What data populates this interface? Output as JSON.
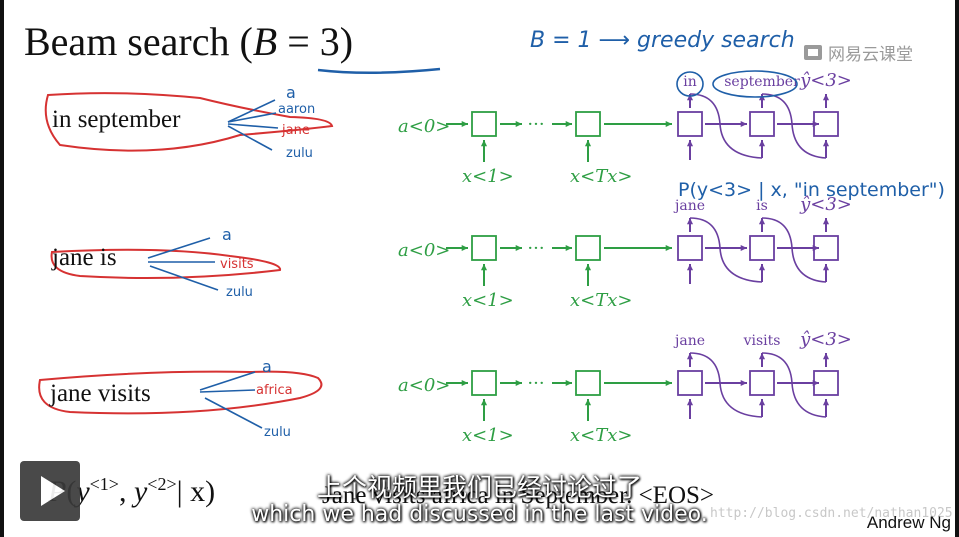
{
  "title": {
    "text": "Beam search (",
    "var": "B",
    "rest": " = 3)"
  },
  "note_top": "B = 1  ⟶  greedy search",
  "logo": "网易云课堂",
  "phrases": [
    "in september",
    "jane is",
    "jane visits"
  ],
  "annotations": {
    "row1": [
      "a",
      "aaron",
      "jane",
      "zulu"
    ],
    "row2": [
      "a",
      "visits",
      "zulu"
    ],
    "row3": [
      "a",
      "africa",
      "zulu"
    ]
  },
  "diagram": {
    "a0": "a<0>",
    "x1": "x<1>",
    "xtx": "x<Tx>",
    "dots": "···",
    "row1_out": [
      "in",
      "september"
    ],
    "row2_out": [
      "jane",
      "is"
    ],
    "row3_out": [
      "jane",
      "visits"
    ],
    "yhat": "ŷ<3>",
    "row2_prob": "P(y<3> | x, \"in september\")"
  },
  "formula": {
    "p": "P",
    "y": "y",
    "s1": "<1>",
    "s2": "<2>",
    "rest": "| x)"
  },
  "sentence": "Jane visits africa in September. <EOS>",
  "watermark": "http://blog.csdn.net/nathan1025",
  "author": "Andrew Ng",
  "subtitle_cn": "上个视频里我们已经讨论过了",
  "subtitle_en": "which we had discussed in the last video.",
  "colors": {
    "green": "#2e9e44",
    "purple": "#6a3fa0",
    "red": "#d63232",
    "blue": "#1f5fa8"
  }
}
